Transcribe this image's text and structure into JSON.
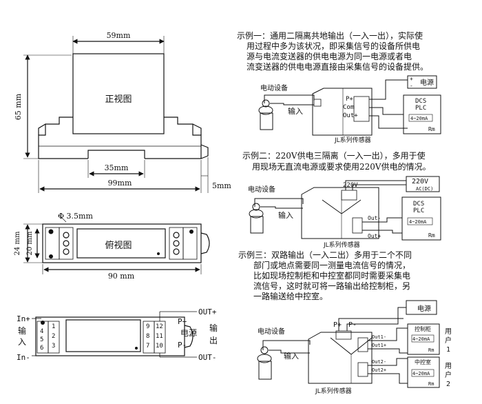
{
  "front_view": {
    "title": "正视图",
    "dim_width": "59mm",
    "dim_height": "65 mm",
    "dim_rail": "35mm",
    "dim_length": "99mm",
    "dim_clip": "5mm"
  },
  "top_view": {
    "title": "俯视图",
    "hole": "Φ 3.5mm",
    "dim_24": "24 mm",
    "dim_20": "20 mm",
    "dim_90": "90 mm"
  },
  "terminal_view": {
    "in_plus": "In+",
    "in_minus": "In-",
    "input_label_1": "输",
    "input_label_2": "入",
    "power_p_plus": "P+",
    "power_label": "电源",
    "power_p_minus": "P-",
    "out_plus": "OUT+",
    "out_minus": "OUT-",
    "output_label_1": "输",
    "output_label_2": "出",
    "left_numbers": [
      "1",
      "2",
      "3"
    ],
    "left_numbers_b": [
      "4",
      "5",
      "6"
    ],
    "right_numbers": [
      "9",
      "8",
      "7"
    ],
    "right_numbers_b": [
      "12",
      "11",
      "10"
    ]
  },
  "example1": {
    "lines": [
      "示例一：通用二隔离共地输出（一入一出），实际使",
      "用过程中多为该状况，即采集信号的设备所供电",
      "源与电流变送器的供电电源为同一电源或者电",
      "流变送器的供电电源直接由采集信号的设备提供。"
    ],
    "device": "电动设备",
    "input": "输入",
    "p_plus": "P+",
    "com": "Com",
    "out_plus": "Out+",
    "power": "电源",
    "dcs": "DCS",
    "plc": "PLC",
    "ma": "4~20mA",
    "rm": "Rm",
    "plus": "+",
    "minus": "-",
    "sensor": "JL系列传感器"
  },
  "example2": {
    "lines": [
      "示例二：220V供电三隔离（一入一出），多用于使",
      "用现场无直流电源或要求使用220V供电的情况。"
    ],
    "device": "电动设备",
    "input": "输入",
    "v220": "220V",
    "v220_box": "220V",
    "ac": "AC(DC)",
    "dcs": "DCS",
    "plc": "PLC",
    "out_minus": "Out-",
    "out_plus": "Out+",
    "ma": "4~20mA",
    "rm": "Rm",
    "sensor": "JL系列传感器"
  },
  "example3": {
    "lines": [
      "示例三：双路输出（一入二出）多用于二个不同",
      "部门或地点需要同一测量电流信号的情况，",
      "比如现场控制柜和中控室都同时需要采集电",
      "流信号，这时就可将一路输出给控制柜，另",
      "一路输送给中控室。"
    ],
    "device": "电动设备",
    "input": "输入",
    "p_plus": "P+",
    "p_minus": "P-",
    "power": "电源",
    "out1_minus": "Out1-",
    "out1_plus": "Out1+",
    "out2_minus": "Out2-",
    "out2_plus": "Out2+",
    "cabinet": "控制柜",
    "control_room": "中控室",
    "ma1": "4~20mA",
    "ma2": "4~20mA",
    "rm1": "Rm",
    "rm2": "Rm",
    "user1": [
      "用",
      "户",
      "1"
    ],
    "user2": [
      "用",
      "户",
      "2"
    ],
    "sensor": "JL系列传感器"
  }
}
